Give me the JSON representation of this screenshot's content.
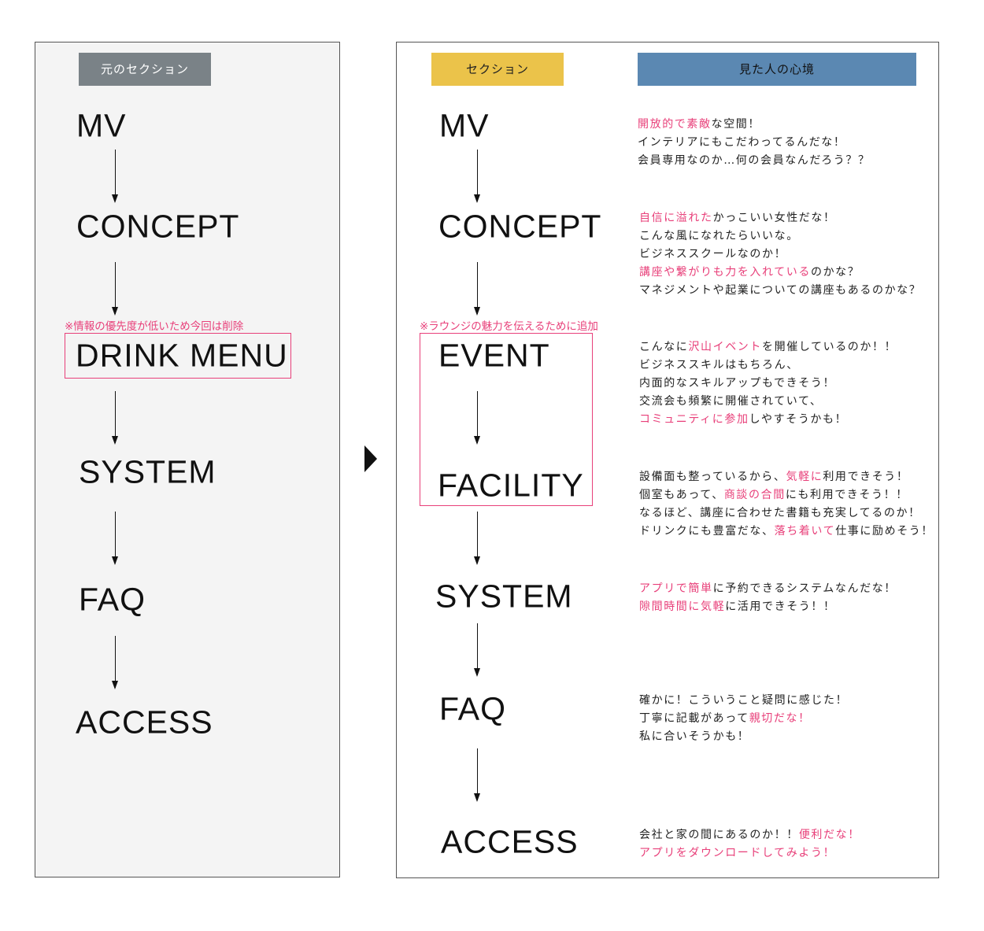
{
  "left": {
    "header": "元のセクション",
    "sections": [
      "MV",
      "CONCEPT",
      "DRINK MENU",
      "SYSTEM",
      "FAQ",
      "ACCESS"
    ],
    "note": "※情報の優先度が低いため今回は削除"
  },
  "right": {
    "header_section": "セクション",
    "header_feeling": "見た人の心境",
    "sections": [
      "MV",
      "CONCEPT",
      "EVENT",
      "FACILITY",
      "SYSTEM",
      "FAQ",
      "ACCESS"
    ],
    "note": "※ラウンジの魅力を伝えるために追加",
    "comments": [
      [
        [
          {
            "t": "開放的で素敵",
            "h": true
          },
          {
            "t": "な空間！"
          }
        ],
        [
          {
            "t": "インテリアにもこだわってるんだな！"
          }
        ],
        [
          {
            "t": "会員専用なのか…何の会員なんだろう？？"
          }
        ]
      ],
      [
        [
          {
            "t": "自信に溢れた",
            "h": true
          },
          {
            "t": "かっこいい女性だな！"
          }
        ],
        [
          {
            "t": "こんな風になれたらいいな。"
          }
        ],
        [
          {
            "t": "ビジネススクールなのか！"
          }
        ],
        [
          {
            "t": "講座や繋がりも力を入れている",
            "h": true
          },
          {
            "t": "のかな？"
          }
        ],
        [
          {
            "t": "マネジメントや起業についての講座もあるのかな？"
          }
        ]
      ],
      [
        [
          {
            "t": "こんなに"
          },
          {
            "t": "沢山イベント",
            "h": true
          },
          {
            "t": "を開催しているのか！！"
          }
        ],
        [
          {
            "t": "ビジネススキルはもちろん、"
          }
        ],
        [
          {
            "t": "内面的なスキルアップもできそう！"
          }
        ],
        [
          {
            "t": "交流会も頻繁に開催されていて、"
          }
        ],
        [
          {
            "t": "コミュニティに参加",
            "h": true
          },
          {
            "t": "しやすそうかも！"
          }
        ]
      ],
      [
        [
          {
            "t": "設備面も整っているから、"
          },
          {
            "t": "気軽に",
            "h": true
          },
          {
            "t": "利用できそう！"
          }
        ],
        [
          {
            "t": "個室もあって、"
          },
          {
            "t": "商談の合間",
            "h": true
          },
          {
            "t": "にも利用できそう！！"
          }
        ],
        [
          {
            "t": "なるほど、講座に合わせた書籍も充実してるのか！"
          }
        ],
        [
          {
            "t": "ドリンクにも豊富だな、"
          },
          {
            "t": "落ち着いて",
            "h": true
          },
          {
            "t": "仕事に励めそう！"
          }
        ]
      ],
      [
        [
          {
            "t": "アプリで簡単",
            "h": true
          },
          {
            "t": "に予約できるシステムなんだな！"
          }
        ],
        [
          {
            "t": "隙間時間に気軽",
            "h": true
          },
          {
            "t": "に活用できそう！！"
          }
        ]
      ],
      [
        [
          {
            "t": "確かに！こういうこと疑問に感じた！"
          }
        ],
        [
          {
            "t": "丁寧に記載があって"
          },
          {
            "t": "親切だな！",
            "h": true
          }
        ],
        [
          {
            "t": "私に合いそうかも！"
          }
        ]
      ],
      [
        [
          {
            "t": "会社と家の間にあるのか！！"
          },
          {
            "t": "便利だな！",
            "h": true
          }
        ],
        [
          {
            "t": "アプリをダウンロードしてみよう！",
            "h": true
          }
        ]
      ]
    ]
  },
  "colors": {
    "highlight": "#e8407a",
    "left_header": "#7a8287",
    "section_header": "#ebc34a",
    "feeling_header": "#5b88b2"
  }
}
